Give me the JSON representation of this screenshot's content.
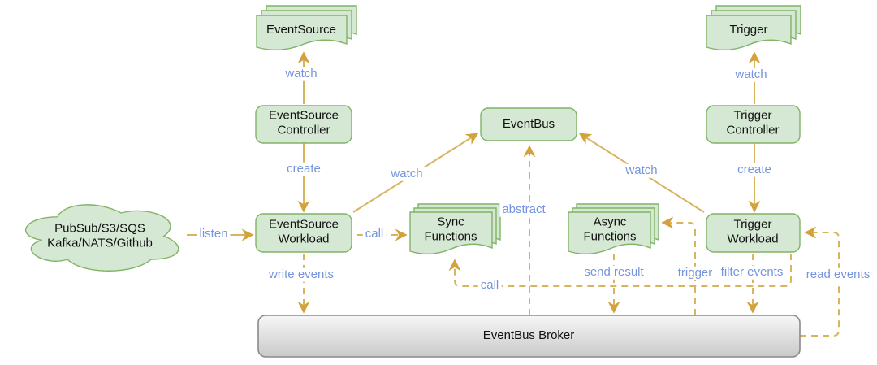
{
  "diagram": {
    "colors": {
      "node_fill": "#d5e8d4",
      "node_border": "#82b366",
      "arrow_line": "#d8b45f",
      "arrow_head": "#d2a23c",
      "edge_label_text": "#7593de",
      "broker_fill_top": "#f7f7f7",
      "broker_fill_bottom": "#c9c9c9",
      "broker_border": "#8a8a8a"
    },
    "nodes": {
      "cloud_sources": {
        "label": "PubSub/S3/SQS\nKafka/NATS/Github"
      },
      "event_source_docs": {
        "label": "EventSource"
      },
      "event_source_controller": {
        "label": "EventSource\nController"
      },
      "event_source_workload": {
        "label": "EventSource\nWorkload"
      },
      "sync_functions_docs": {
        "label": "Sync\nFunctions"
      },
      "async_functions_docs": {
        "label": "Async\nFunctions"
      },
      "event_bus": {
        "label": "EventBus"
      },
      "trigger_docs": {
        "label": "Trigger"
      },
      "trigger_controller": {
        "label": "Trigger\nController"
      },
      "trigger_workload": {
        "label": "Trigger\nWorkload"
      },
      "event_bus_broker": {
        "label": "EventBus Broker"
      }
    },
    "edge_labels": {
      "watch_event_source": "watch",
      "create_event_source_workload": "create",
      "listen": "listen",
      "watch_event_bus_left": "watch",
      "call_sync_functions": "call",
      "write_events": "write events",
      "abstract": "abstract",
      "call_from_trigger_workload": "call",
      "send_result": "send result",
      "trigger_async": "trigger",
      "filter_events": "filter events",
      "read_events": "read events",
      "watch_event_bus_right": "watch",
      "create_trigger_workload": "create",
      "watch_trigger": "watch"
    }
  }
}
